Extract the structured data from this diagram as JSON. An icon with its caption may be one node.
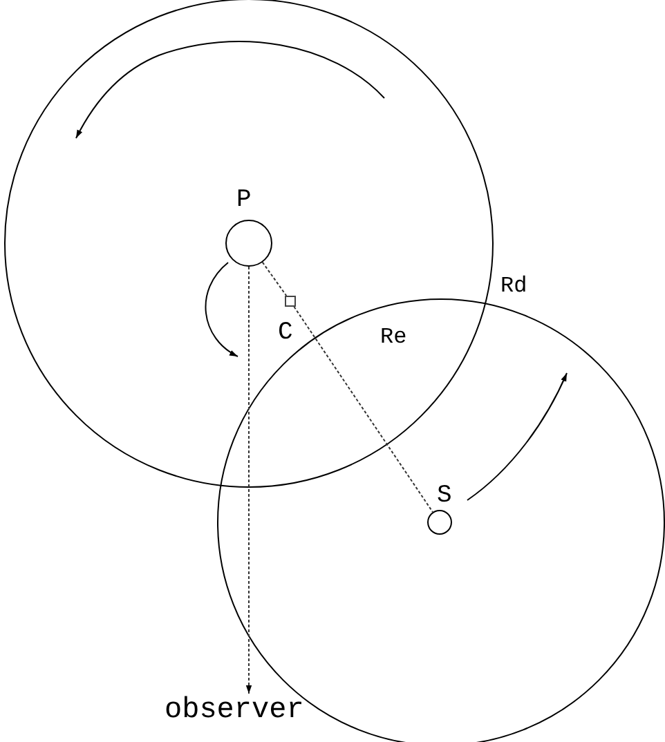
{
  "diagram": {
    "nodes": [
      {
        "text": [
          "Rd"
        ]
      },
      {
        "text": [
          "P"
        ],
        "in": 0
      },
      {
        "text": [
          "C"
        ],
        "in": 0
      },
      {
        "text": [
          "Re"
        ]
      },
      {
        "text": [
          "S"
        ],
        "in": 3
      },
      {
        "text": [
          "observer"
        ]
      }
    ],
    "edges": [
      {
        "from": 1,
        "to": 5,
        "arrow": "to",
        "style": "dashed"
      },
      {
        "from": 1,
        "to": 2,
        "arrow": "none",
        "style": "dashed"
      },
      {
        "from": 2,
        "to": 4,
        "arrow": "none",
        "style": "dashed"
      }
    ]
  }
}
